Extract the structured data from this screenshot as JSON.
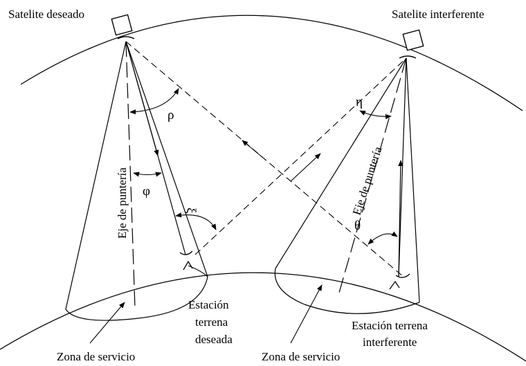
{
  "labels": {
    "wanted_satellite": "Satelite deseado",
    "interfering_satellite": "Satelite interferente",
    "boresight": "Eje de puntería",
    "service_zone": "Zona de servicio",
    "wanted_earth_station_1": "Estación",
    "wanted_earth_station_2": "terrena",
    "wanted_earth_station_3": "deseada",
    "interfering_earth_station_1": "Estación terrena",
    "interfering_earth_station_2": "interferente"
  },
  "angles": {
    "rho": "ρ",
    "eta": "η",
    "phi": "φ",
    "xi": "ξ",
    "theta": "θ"
  }
}
